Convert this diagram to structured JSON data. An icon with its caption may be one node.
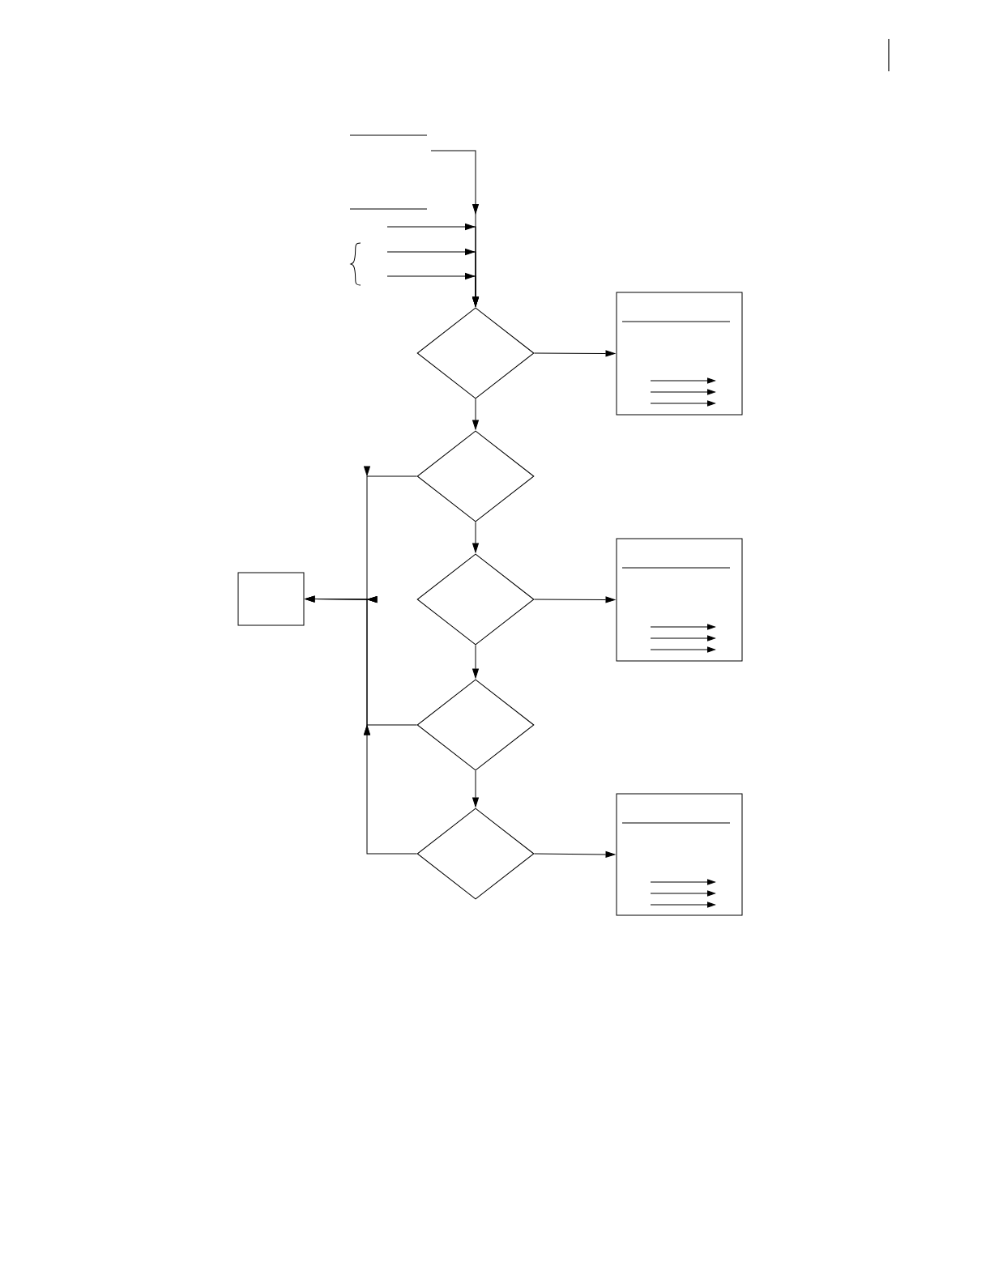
{
  "diagram": {
    "nodes": [
      {
        "text": [],
        "shape": "diamond"
      },
      {
        "text": [],
        "shape": "box"
      },
      {
        "text": [],
        "shape": "diamond"
      },
      {
        "text": [],
        "shape": "box"
      },
      {
        "text": [],
        "shape": "diamond"
      },
      {
        "text": [],
        "shape": "box"
      },
      {
        "text": [],
        "shape": "diamond"
      },
      {
        "text": [],
        "shape": "diamond"
      },
      {
        "text": [],
        "shape": "box"
      }
    ],
    "edges": [
      {
        "from": null,
        "to": 0,
        "arrow": "to"
      },
      {
        "from": null,
        "to": 0,
        "arrow": "to"
      },
      {
        "from": null,
        "to": 0,
        "arrow": "to"
      },
      {
        "from": null,
        "to": 0,
        "arrow": "to"
      },
      {
        "from": 0,
        "to": 1,
        "arrow": "to"
      },
      {
        "from": 0,
        "to": 2,
        "arrow": "to"
      },
      {
        "from": 2,
        "to": 3,
        "arrow": "to"
      },
      {
        "from": 2,
        "to": 4,
        "arrow": "to"
      },
      {
        "from": 4,
        "to": 5,
        "arrow": "to"
      },
      {
        "from": 4,
        "to": 6,
        "arrow": "to"
      },
      {
        "from": 6,
        "to": 3,
        "arrow": "to"
      },
      {
        "from": 6,
        "to": 7,
        "arrow": "to"
      },
      {
        "from": 7,
        "to": 8,
        "arrow": "to"
      },
      {
        "from": 7,
        "to": 3,
        "arrow": "to"
      }
    ]
  }
}
